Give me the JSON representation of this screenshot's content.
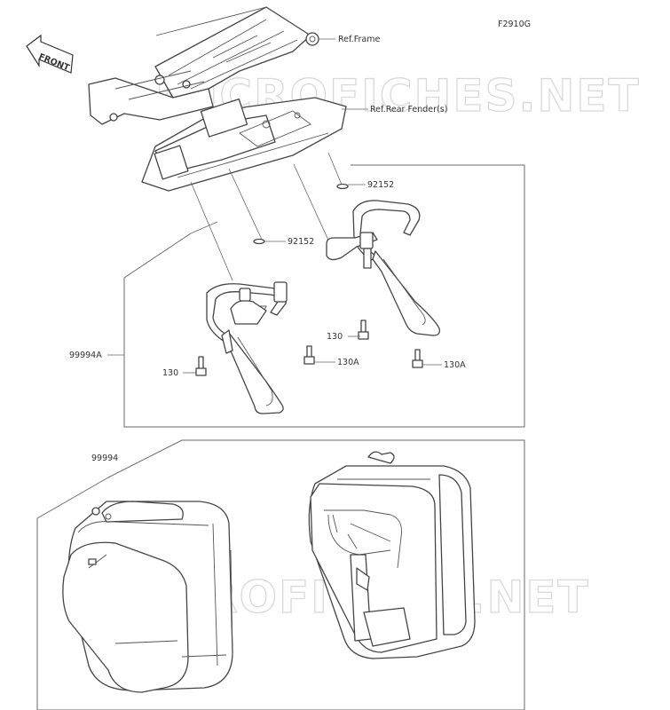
{
  "diagram_code": "F2910G",
  "watermark": "MICROFICHES.NET",
  "front_label": "FRONT",
  "labels": {
    "ref_frame": "Ref.Frame",
    "ref_rear_fender": "Ref.Rear Fender(s)",
    "p92152_right": "92152",
    "p92152_left": "92152",
    "p130_right": "130",
    "p130_left": "130",
    "p130a_center": "130A",
    "p130a_right": "130A",
    "p99994a": "99994A",
    "p99994": "99994"
  },
  "colors": {
    "line": "#444444",
    "text": "#333333",
    "watermark": "#d9d9d9",
    "background": "#ffffff"
  }
}
